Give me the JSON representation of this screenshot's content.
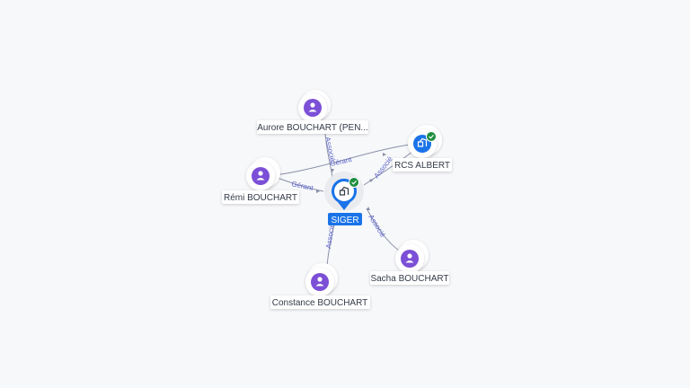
{
  "colors": {
    "background": "#f7f8fa",
    "edge": "#8a90a8",
    "edge_label": "#5b62c9",
    "person": "#7b4fd6",
    "company": "#1a73e8",
    "verified": "#1e8e3e",
    "center_badge": "#1a73e8"
  },
  "center": {
    "label": "SIGER",
    "icon": "company-icon",
    "verified": true
  },
  "nodes": [
    {
      "id": "aurore",
      "label": "Aurore BOUCHART (PEN...",
      "type": "person",
      "icon": "person-icon"
    },
    {
      "id": "rcs",
      "label": "RCS ALBERT",
      "type": "company",
      "icon": "company-icon",
      "verified": true
    },
    {
      "id": "remi",
      "label": "Rémi BOUCHART",
      "type": "person",
      "icon": "person-icon"
    },
    {
      "id": "sacha",
      "label": "Sacha BOUCHART",
      "type": "person",
      "icon": "person-icon"
    },
    {
      "id": "constance",
      "label": "Constance BOUCHART",
      "type": "person",
      "icon": "person-icon"
    }
  ],
  "edges": [
    {
      "from": "aurore",
      "label": "Associé"
    },
    {
      "from": "remi",
      "label": "Gérant"
    },
    {
      "from": "remi",
      "to": "rcs",
      "label": "Gérant"
    },
    {
      "from": "rcs",
      "label": "Associé"
    },
    {
      "from": "sacha",
      "label": "Associé"
    },
    {
      "from": "constance",
      "label": "Associé"
    }
  ]
}
